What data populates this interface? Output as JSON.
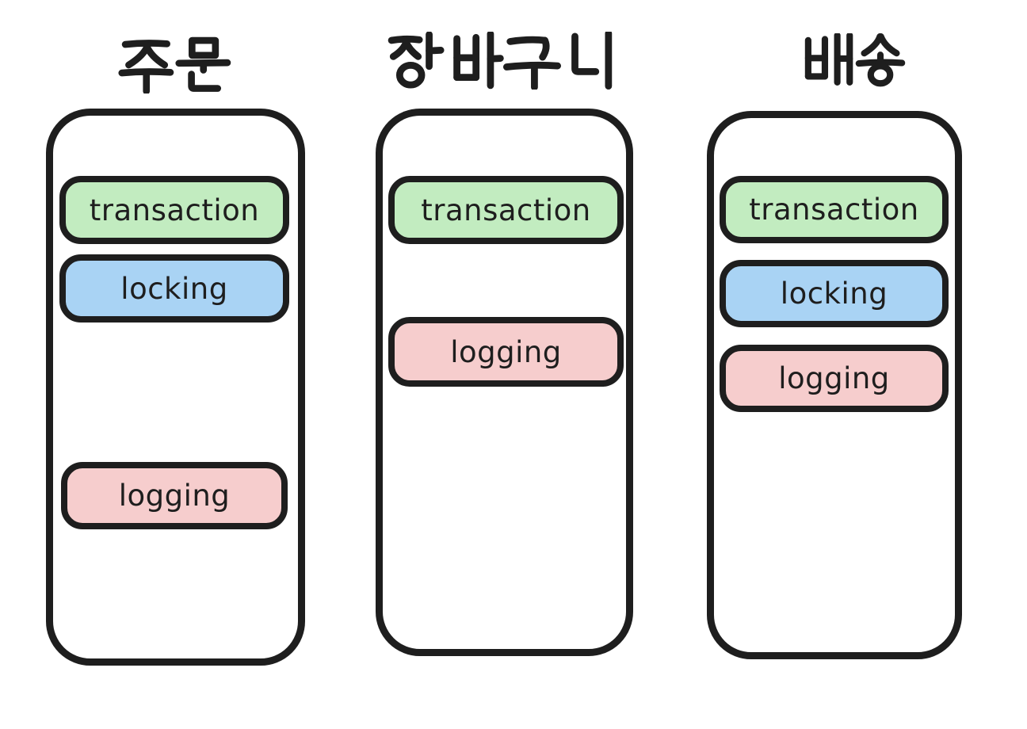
{
  "diagram": {
    "columns": [
      {
        "title": "주문",
        "modules": [
          {
            "label": "transaction",
            "color_key": "module_green"
          },
          {
            "label": "locking",
            "color_key": "module_blue"
          },
          {
            "label": "logging",
            "color_key": "module_pink"
          }
        ]
      },
      {
        "title": "장바구니",
        "modules": [
          {
            "label": "transaction",
            "color_key": "module_green"
          },
          {
            "label": "logging",
            "color_key": "module_pink"
          }
        ]
      },
      {
        "title": "배송",
        "modules": [
          {
            "label": "transaction",
            "color_key": "module_green"
          },
          {
            "label": "locking",
            "color_key": "module_blue"
          },
          {
            "label": "logging",
            "color_key": "module_pink"
          }
        ]
      }
    ],
    "colors": {
      "module_green": "#c2ecc0",
      "module_blue": "#a9d3f4",
      "module_pink": "#f6cdcd",
      "stroke": "#1e1e1e",
      "background": "#ffffff"
    }
  }
}
